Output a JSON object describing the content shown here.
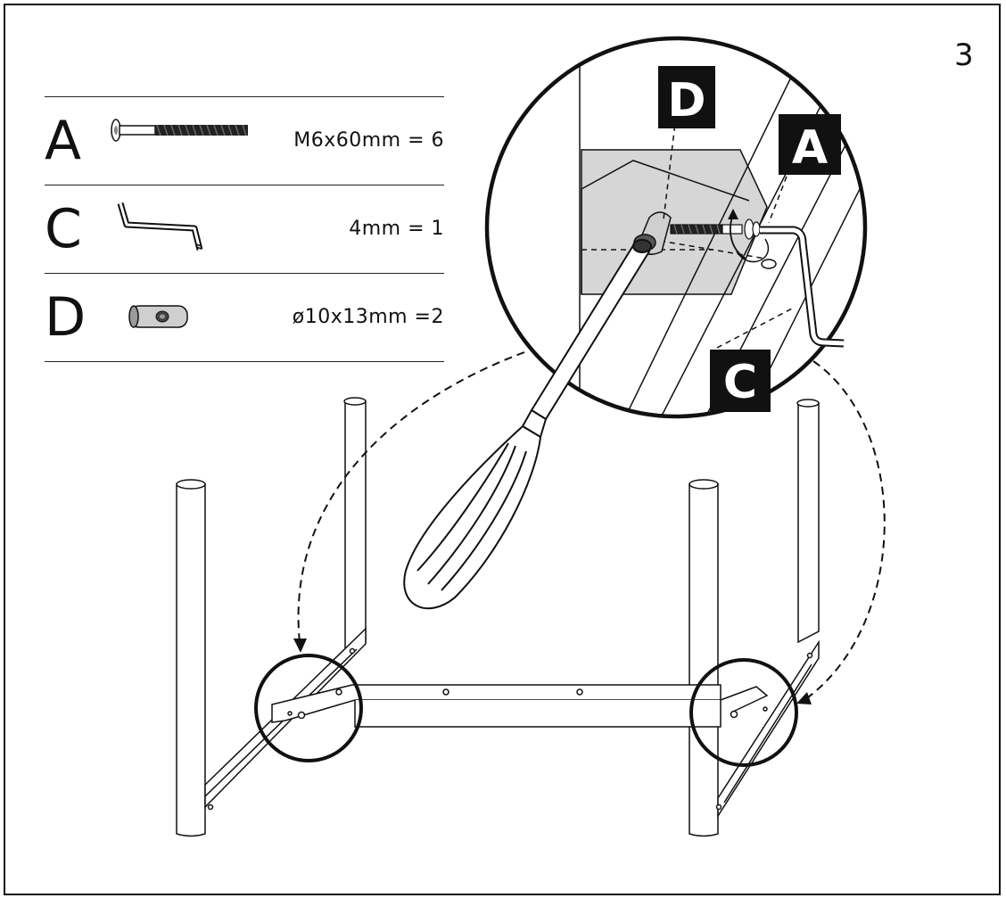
{
  "step_number": "3",
  "parts": [
    {
      "letter": "A",
      "spec": "M6x60mm = 6",
      "icon": "bolt-icon"
    },
    {
      "letter": "C",
      "spec": "4mm = 1",
      "icon": "allen-key-icon"
    },
    {
      "letter": "D",
      "spec": "ø10x13mm =2",
      "icon": "barrel-nut-icon"
    }
  ],
  "detail_labels": {
    "d": "D",
    "a": "A",
    "c": "C"
  },
  "colors": {
    "line": "#111111",
    "shade": "#d6d6d6",
    "label_bg": "#111111",
    "label_fg": "#ffffff"
  }
}
